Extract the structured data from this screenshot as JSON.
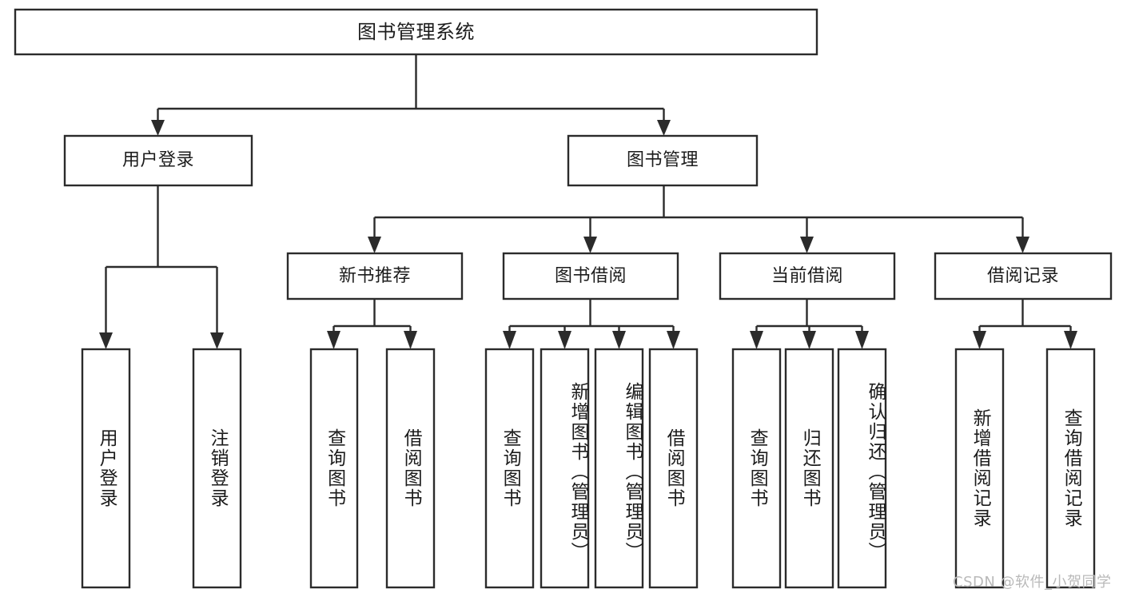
{
  "diagram": {
    "type": "tree-hierarchy-chart",
    "title": "图书管理系统",
    "orientation": "top-down",
    "colors": {
      "box_fill": "#ffffff",
      "box_stroke": "#2b2b2b",
      "text": "#1c1c1c",
      "watermark": "#b9b9b9",
      "background": "#ffffff"
    },
    "root": {
      "label": "图书管理系统"
    },
    "level2": [
      {
        "label": "用户登录"
      },
      {
        "label": "图书管理"
      }
    ],
    "level3": [
      {
        "label": "新书推荐"
      },
      {
        "label": "图书借阅"
      },
      {
        "label": "当前借阅"
      },
      {
        "label": "借阅记录"
      }
    ],
    "leaves": {
      "user_login": [
        {
          "label": "用户登录"
        },
        {
          "label": "注销登录"
        }
      ],
      "new_book_recommend": [
        {
          "label": "查询图书"
        },
        {
          "label": "借阅图书"
        }
      ],
      "book_borrow": [
        {
          "label": "查询图书"
        },
        {
          "label": "新增图书（管理员）"
        },
        {
          "label": "编辑图书（管理员）"
        },
        {
          "label": "借阅图书"
        }
      ],
      "current_borrow": [
        {
          "label": "查询图书"
        },
        {
          "label": "归还图书"
        },
        {
          "label": "确认归还（管理员）"
        }
      ],
      "borrow_record": [
        {
          "label": "新增借阅记录"
        },
        {
          "label": "查询借阅记录"
        }
      ]
    }
  },
  "watermark": {
    "text": "CSDN @软件_小贺同学"
  }
}
